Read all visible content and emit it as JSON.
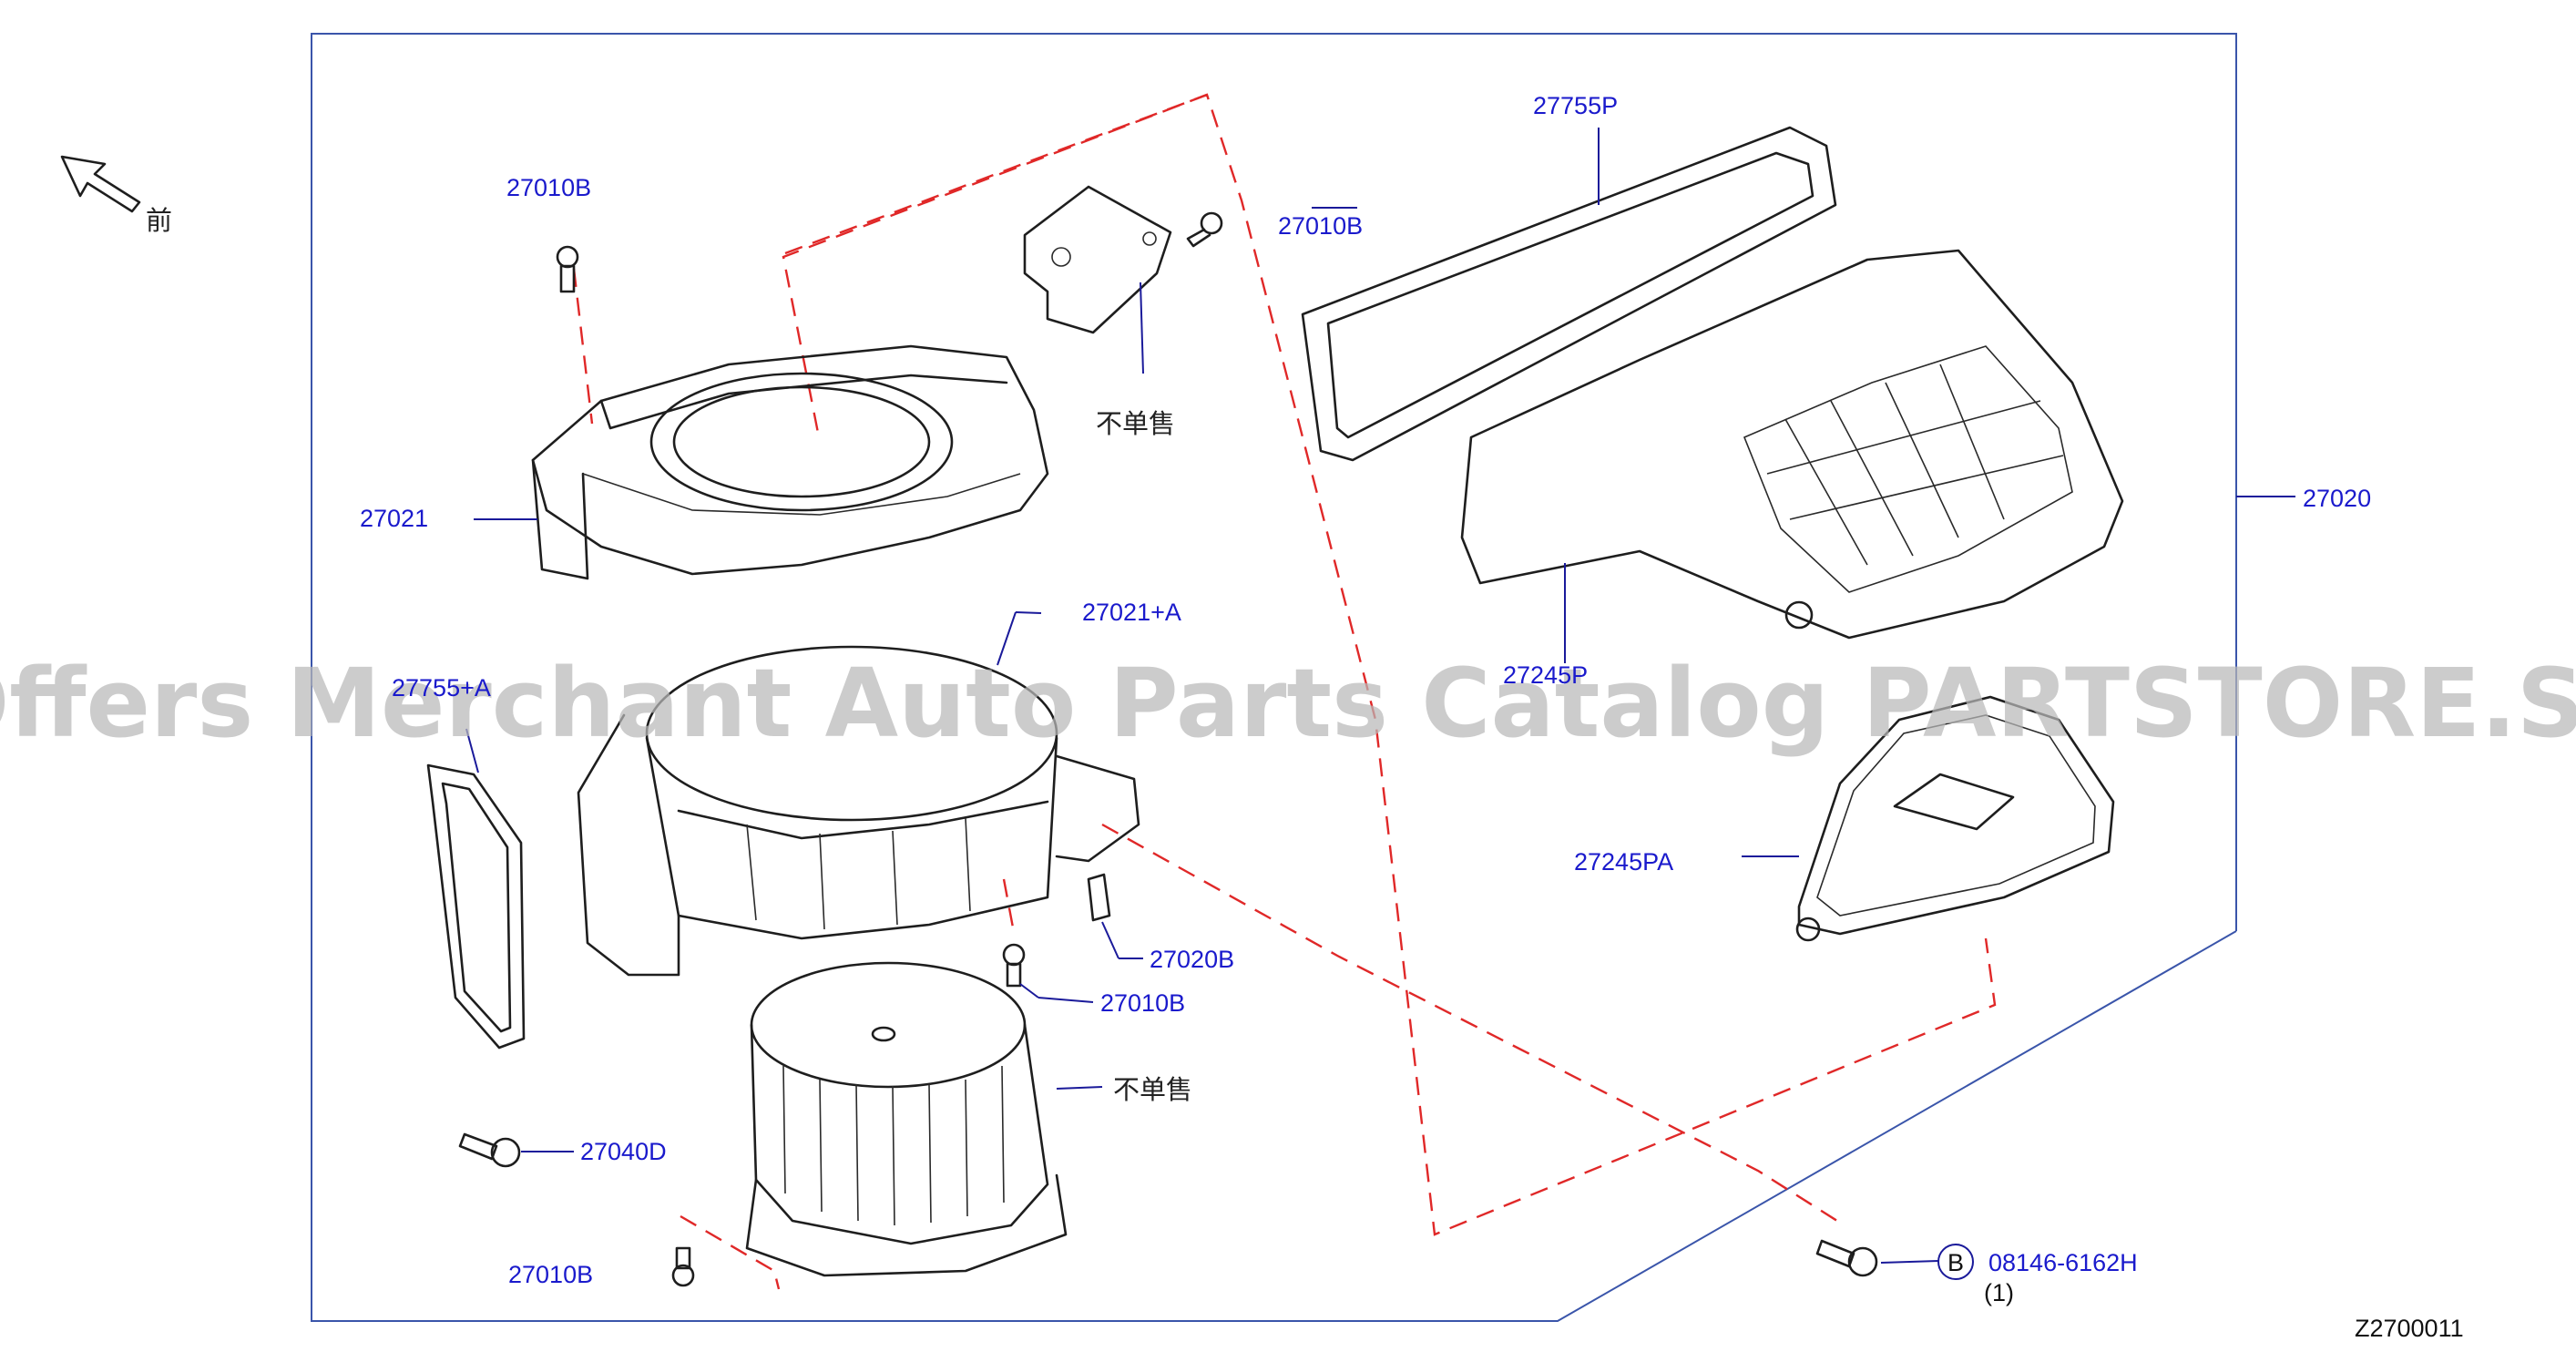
{
  "front_mark": "前",
  "labels": {
    "p_27010b_top": "27010B",
    "p_27010b_right": "27010B",
    "p_27021": "27021",
    "p_27021a": "27021+A",
    "p_27755a": "27755+A",
    "p_27020b": "27020B",
    "p_27010b_mid": "27010B",
    "p_27040d": "27040D",
    "p_27010b_bottom": "27010B",
    "p_27755p": "27755P",
    "p_27020": "27020",
    "p_27245p": "27245P",
    "p_27245pa": "27245PA",
    "bolt_code": "08146-6162H",
    "bolt_symbol": "B",
    "bolt_qty": "(1)",
    "not_sold_top": "不单售",
    "not_sold_motor": "不单售",
    "diagram_id": "Z2700011"
  },
  "watermark": "Offers Merchant Auto Parts Catalog PARTSTORE.SA"
}
